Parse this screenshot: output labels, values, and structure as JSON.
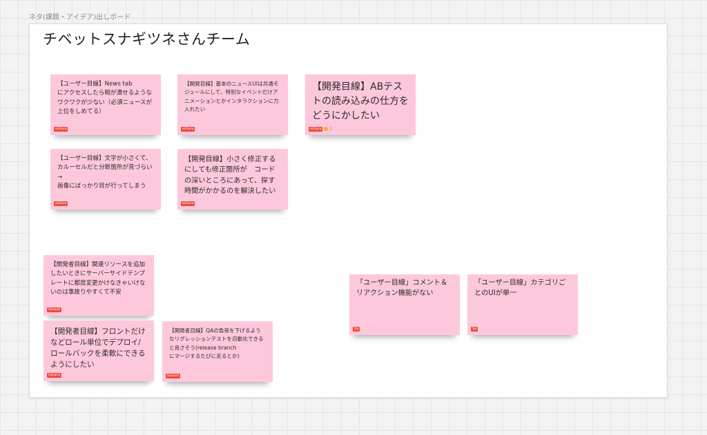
{
  "board": {
    "frame_label": "ネタ(課題・アイデア)出しボード",
    "title": "チベットスナギツネさんチーム"
  },
  "stickies": [
    {
      "text": "【ユーザー目線】News tab\nにアクセスしたら暇が潰せるようなワクワクが少ない（必須ニュースが上位をしめてる）",
      "author": "orihara"
    },
    {
      "text": "【開発目線】基本のニュースUIは共通モジュールにして、特別なイベントだけアニメーションとかインタラクションに力入れたい",
      "author": "orihara"
    },
    {
      "text": "【開発目線】ABテストの読み込みの仕方をどうにかしたい",
      "author": "orihara",
      "reaction_count": "2"
    },
    {
      "text": "【ユーザー目線】文字が小さくて、カルーセルだと分断箇所が見づらい→\n画像にばっかり目が行ってしまう",
      "author": "orihara"
    },
    {
      "text": "【開発目線】小さく修正するにしても修正箇所が　コードの深いところにあって、探す時間がかかるのを解決したい",
      "author": "orihara"
    },
    {
      "text": "【開発者目線】関連リソースを追加したいときにサーバーサイドテンプレートに都度変更かけなきゃいけないのは事故りやすくて不安",
      "author": "hanami"
    },
    {
      "text": "【開発者目線】フロントだけなどロール単位でデプロイ/ロールバックを柔軟にできるようにしたい",
      "author": "hanami"
    },
    {
      "text": "【開発者目線】QAの負荷を下げるようなリグレッションテストを自動化できると良さそう(release branch\nにマージするたびに走るとか)",
      "author": "hanami"
    },
    {
      "text": "「ユーザー目線」コメント＆リアクション機能がない",
      "author": "Yui"
    },
    {
      "text": "「ユーザー目線」カテゴリごとのUIが単一",
      "author": "Yui"
    }
  ],
  "colors": {
    "sticky": "#fec8dc",
    "author_tag": "#ef4b3c",
    "canvas": "#f3f3f4",
    "frame": "#ffffff"
  }
}
